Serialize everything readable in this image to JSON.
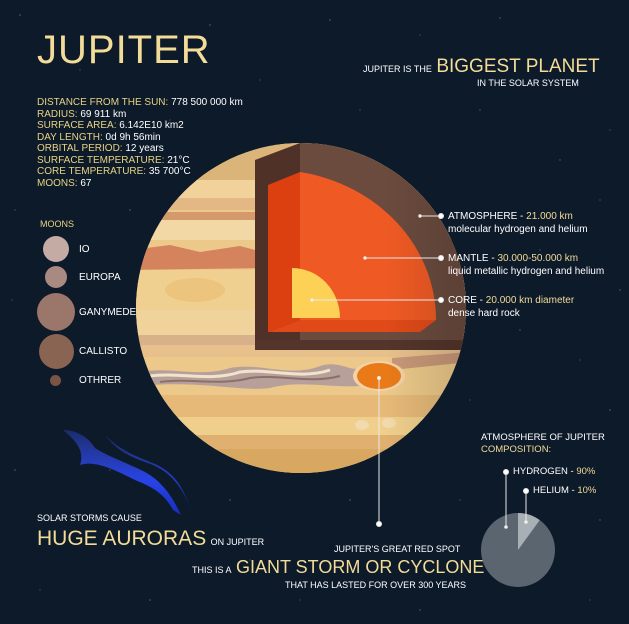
{
  "title": "JUPITER",
  "headline": {
    "prefix": "JUPITER IS THE",
    "highlight": "BIGGEST PLANET",
    "suffix": "IN THE SOLAR SYSTEM"
  },
  "stats": [
    {
      "label": "DISTANCE FROM THE SUN:",
      "value": "778 500 000 km"
    },
    {
      "label": "RADIUS:",
      "value": "69 911 km"
    },
    {
      "label": "SURFACE AREA:",
      "value": "6.142E10  km2"
    },
    {
      "label": "DAY LENGTH:",
      "value": "0d 9h 56min"
    },
    {
      "label": "ORBITAL PERIOD:",
      "value": "12 years"
    },
    {
      "label": "SURFACE TEMPERATURE:",
      "value": "21°C"
    },
    {
      "label": "CORE TEMPERATURE:",
      "value": "35 700°C"
    },
    {
      "label": "MOONS:",
      "value": "67"
    }
  ],
  "moons": {
    "title": "MOONS",
    "items": [
      {
        "name": "IO",
        "color": "#c4aca4"
      },
      {
        "name": "EUROPA",
        "color": "#a88a80"
      },
      {
        "name": "GANYMEDE",
        "color": "#9a776a"
      },
      {
        "name": "CALLISTO",
        "color": "#8a6452"
      },
      {
        "name": "OTHRER",
        "color": "#7a5444"
      }
    ]
  },
  "layers": [
    {
      "name": "ATMOSPHERE",
      "size": "21.000 km",
      "desc": "molecular hydrogen and helium"
    },
    {
      "name": "MANTLE",
      "size": "30.000-50.000 km",
      "desc": "liquid metallic hydrogen and helium"
    },
    {
      "name": "CORE",
      "size": "20.000 km diameter",
      "desc": "dense hard rock"
    }
  ],
  "aurora": {
    "prefix": "SOLAR STORMS CAUSE",
    "highlight": "HUGE AURORAS",
    "suffix": "ON JUPITER"
  },
  "red_spot": {
    "label": "JUPITER'S GREAT RED SPOT",
    "prefix": "THIS IS A",
    "highlight": "GIANT STORM OR CYCLONE",
    "suffix": "THAT HAS LASTED FOR OVER 300 YEARS"
  },
  "composition": {
    "title_line1": "ATMOSPHERE OF JUPITER",
    "title_line2": "COMPOSITION:",
    "items": [
      {
        "name": "HYDROGEN",
        "sep": " - ",
        "value": "90%"
      },
      {
        "name": "HELIUM",
        "sep": " - ",
        "value": "10%"
      }
    ]
  },
  "chart_data": {
    "type": "pie",
    "title": "ATMOSPHERE OF JUPITER COMPOSITION:",
    "categories": [
      "HYDROGEN",
      "HELIUM"
    ],
    "values": [
      90,
      10
    ],
    "colors": [
      "#5a6570",
      "#a9b0b5"
    ]
  },
  "colors": {
    "background": "#0d1a2a",
    "accent": "#f2dc98",
    "atmosphere": "#6b4b3e",
    "mantle": "#ef5a24",
    "core": "#fcd155",
    "red_spot": "#ea7a18"
  }
}
